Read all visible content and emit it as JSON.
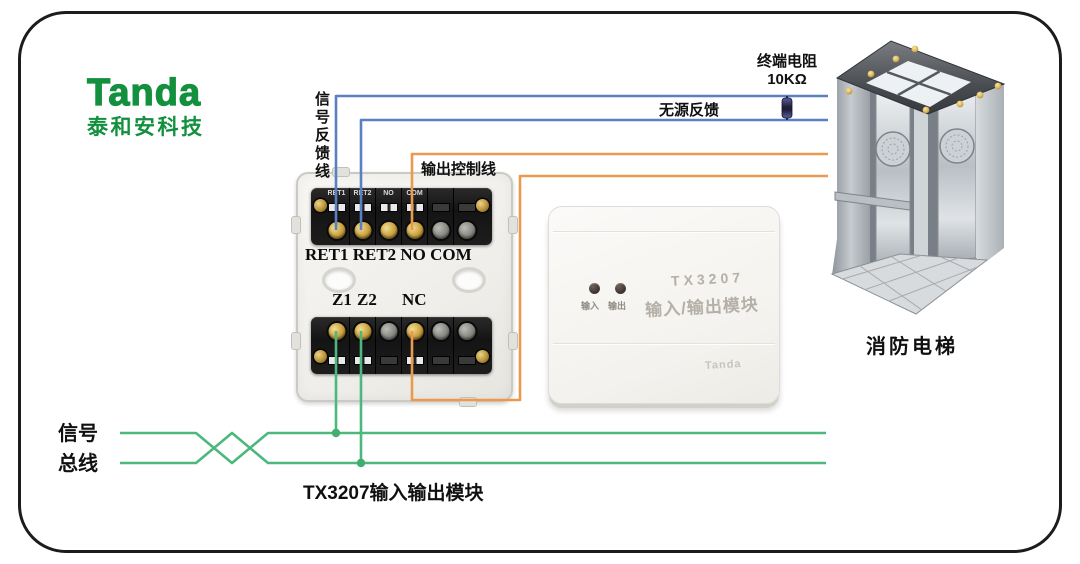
{
  "brand": {
    "name": "Tanda",
    "subtitle": "泰和安科技",
    "color": "#12903e"
  },
  "labels": {
    "signal_feedback_line": "信号反馈线",
    "output_control_line": "输出控制线",
    "terminal_resistor": "终端电阻",
    "terminal_resistor_value": "10KΩ",
    "passive_feedback": "无源反馈",
    "signal_bus_line1": "信号",
    "signal_bus_line2": "总线"
  },
  "terminal_block": {
    "top_row_label": "RET1 RET2 NO COM",
    "top_terminals": [
      "RET1",
      "RET2",
      "NO",
      "COM"
    ],
    "bottom_terminals": [
      "Z1",
      "Z2",
      "NC"
    ]
  },
  "module": {
    "model": "TX3207",
    "name": "输入/输出模块",
    "led_input": "输入",
    "led_output": "输出",
    "watermark": "Tanda"
  },
  "captions": {
    "module": "TX3207输入输出模块",
    "elevator": "消防电梯"
  },
  "wire_colors": {
    "feedback": "#5b7fc0",
    "control": "#e99a4f",
    "bus": "#4db87d"
  },
  "connections": [
    {
      "from": "RET1",
      "to": "消防电梯",
      "color": "blue",
      "label": "信号反馈线"
    },
    {
      "from": "RET2",
      "to": "消防电梯",
      "color": "blue",
      "label": "信号反馈线 / 无源反馈"
    },
    {
      "from": "COM",
      "to": "消防电梯",
      "color": "orange",
      "label": "输出控制线"
    },
    {
      "from": "NC",
      "to": "消防电梯",
      "color": "orange",
      "label": "输出控制线"
    },
    {
      "from": "Z1",
      "to": "信号总线",
      "color": "green"
    },
    {
      "from": "Z2",
      "to": "信号总线",
      "color": "green"
    },
    {
      "resistor": "终端电阻 10KΩ",
      "across": [
        "RET1线",
        "RET2线"
      ]
    }
  ]
}
